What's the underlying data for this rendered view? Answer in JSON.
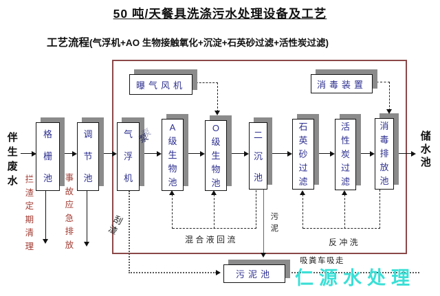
{
  "title": "50 吨/天餐具洗涤污水处理设备及工艺",
  "subtitle": {
    "label": "工艺流程",
    "detail": "(气浮机+AO 生物接触氧化+沉淀+石英砂过滤+活性炭过滤)"
  },
  "influent": {
    "label": "伴生废水"
  },
  "effluent": {
    "label": "储水池"
  },
  "stages": {
    "screen_tank": "格栅池",
    "regulating_tank": "调节池",
    "air_flotation": "气浮机",
    "a_bio_tank": "A级生物池",
    "o_bio_tank": "O级生物池",
    "secondary_sedimentation": "二沉池",
    "quartz_sand_filter": "石英砂过滤",
    "activated_carbon_filter": "活性炭过滤",
    "disinfection_discharge_tank": "消毒排放池",
    "aeration_blower": "曝气风机",
    "disinfection_device": "消毒装置",
    "sludge_tank": "污泥池"
  },
  "annotations": {
    "screen_note": "拦渣定期清理",
    "regulating_note": "事故应急排放",
    "pump_note": "泵",
    "scum_note": "刮渣",
    "mixed_liquor_return": "混 合 液 回 流",
    "sludge_label": "污泥",
    "backwash": "反 冲 洗",
    "suction_note": "吸粪车吸走"
  },
  "watermark": "仁源水处理",
  "colors": {
    "box_text": "#2d2f8f",
    "note_red": "#a23b32",
    "frame_red": "#8b4747",
    "shadow_gray": "#8b8b8b",
    "watermark_cyan": "#3bdfd6"
  }
}
